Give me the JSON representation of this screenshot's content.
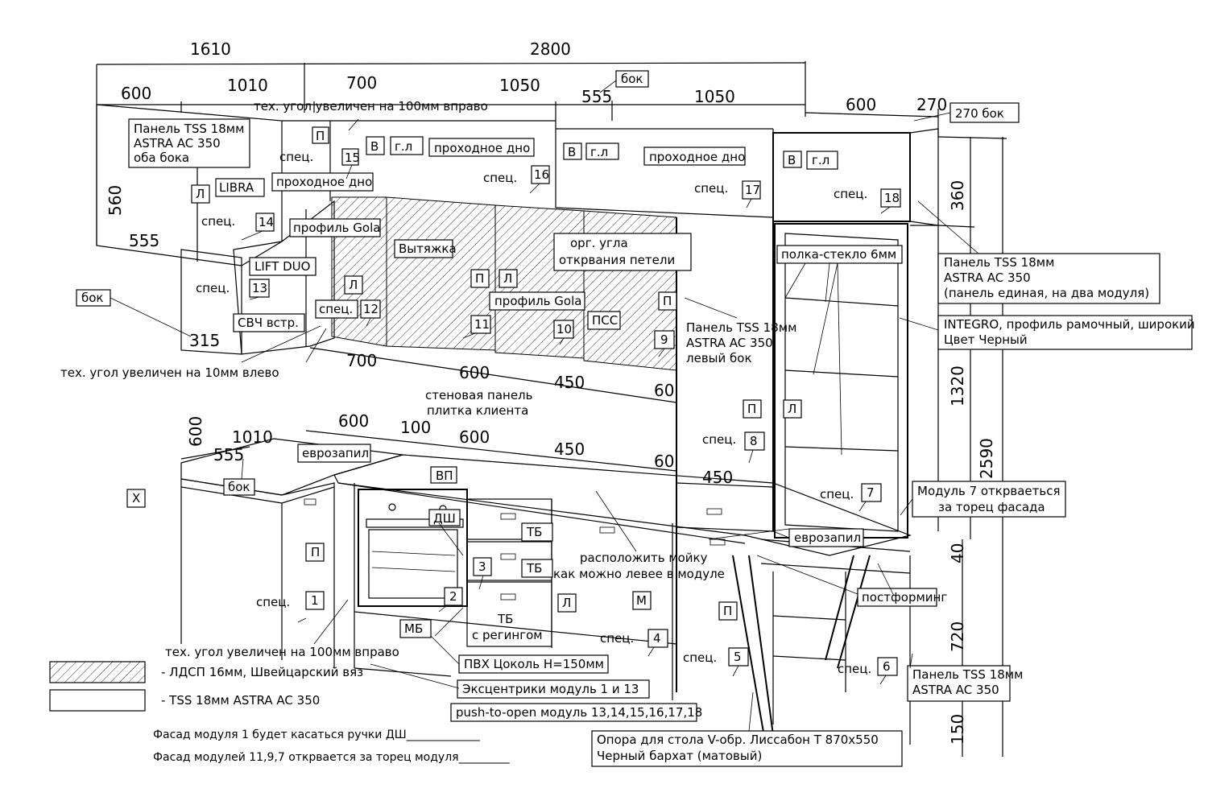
{
  "dimensions": {
    "d1610": "1610",
    "d2800": "2800",
    "d600a": "600",
    "d1010a": "1010",
    "d700a": "700",
    "d1050a": "1050",
    "d555a": "555",
    "d1050b": "1050",
    "d600b": "600",
    "d270": "270",
    "d560": "560",
    "d555b": "555",
    "d315": "315",
    "d360": "360",
    "d1320": "1320",
    "d2590": "2590",
    "d700b": "700",
    "d600c": "600",
    "d450a": "450",
    "d60a": "60",
    "d600d": "600",
    "d1010b": "1010",
    "d555c": "555",
    "d600e": "600",
    "d100": "100",
    "d600f": "600",
    "d450b": "450",
    "d60b": "60",
    "d450c": "450",
    "d40": "40",
    "d720": "720",
    "d150": "150"
  },
  "labels": {
    "bok_top": "бок",
    "bok270": "270 бок",
    "tech_top": "тех. угол увеличен на 100мм вправо",
    "panel_left_1": "Панель TSS 18мм",
    "panel_left_2": "ASTRA AC 350",
    "panel_left_3": "оба бока",
    "P_top": "П",
    "spec_top": "спец.",
    "n15": "15",
    "V1": "В",
    "gl1": "г.л",
    "prohod1": "проходное дно",
    "spec16": "спец.",
    "n16": "16",
    "V2": "В",
    "gl2": "г.л",
    "prohod2": "проходное дно",
    "spec17": "спец.",
    "n17": "17",
    "V3": "В",
    "gl3": "г.л",
    "spec18": "спец.",
    "n18": "18",
    "L1": "Л",
    "libra": "LIBRA",
    "prohod_left": "проходное дно",
    "spec14": "спец.",
    "n14": "14",
    "gola1": "профиль Gola",
    "vytyazhka": "Вытяжка",
    "org1": "орг. угла",
    "org2": "открвания петели",
    "polka": "полка-стекло 6мм",
    "panel_right_1": "Панель TSS 18мм",
    "panel_right_2": "ASTRA AC 350",
    "panel_right_3": "(панель единая, на два модуля)",
    "liftduo": "LIFT DUO",
    "spec13": "спец.",
    "n13": "13",
    "bok_left": "бок",
    "L_mid": "Л",
    "P11": "П",
    "L11": "Л",
    "P9": "П",
    "gola2": "профиль Gola",
    "pss": "ПСС",
    "svch": "СВЧ встр.",
    "spec12": "спец.",
    "n12": "12",
    "n11": "11",
    "n10": "10",
    "n9": "9",
    "panel_mid_1": "Панель TSS 18мм",
    "panel_mid_2": "ASTRA AC 350",
    "panel_mid_3": "левый бок",
    "integro_1": "INTEGRO, профиль рамочный, широкий",
    "integro_2": "Цвет Черный",
    "tech_mid": "тех. угол увеличен на 10мм влево",
    "wall_1": "стеновая панель",
    "wall_2": "плитка клиента",
    "P8": "П",
    "L8": "Л",
    "spec8": "спец.",
    "n8": "8",
    "eurozapil1": "еврозапил",
    "bok_bottom": "бок",
    "X": "X",
    "VP": "ВП",
    "DSh": "ДШ",
    "TB1": "ТБ",
    "TB2": "ТБ",
    "spec7": "спец.",
    "n7": "7",
    "mod7_1": "Модуль 7 открваеться",
    "mod7_2": "за торец фасада",
    "eurozapil2": "еврозапил",
    "P1": "П",
    "n3": "3",
    "n2": "2",
    "sink_1": "расположить мойку",
    "sink_2": "как можно левее в модуле",
    "postforming": "постформинг",
    "spec1": "спец.",
    "n1": "1",
    "L4": "Л",
    "M": "М",
    "P5": "П",
    "MB": "МБ",
    "tb_reg_1": "ТБ",
    "tb_reg_2": "с регингом",
    "spec4": "спец.",
    "n4": "4",
    "spec5": "спец.",
    "n5": "5",
    "spec6": "спец.",
    "n6": "6",
    "tech_bottom": "тех. угол увеличен на 100мм вправо",
    "pvc": "ПВХ Цоколь Н=150мм",
    "panel_br_1": "Панель TSS 18мм",
    "panel_br_2": "ASTRA AC 350",
    "ecc": "Эксцентрики модуль 1 и 13",
    "push": "push-to-open модуль 13,14,15,16,17,18",
    "opora_1": "Опора для стола V-обр. Лиссабон Т 870х550",
    "opora_2": "Черный бархат (матовый)",
    "legend_ldsp": "- ЛДСП 16мм, Швейцарский вяз",
    "legend_tss": "- TSS 18мм ASTRA AC 350",
    "note1": "Фасад модуля 1 будет касаться ручки ДШ_____________",
    "note2": "Фасад модулей 11,9,7 открвается за торец модуля_________"
  }
}
